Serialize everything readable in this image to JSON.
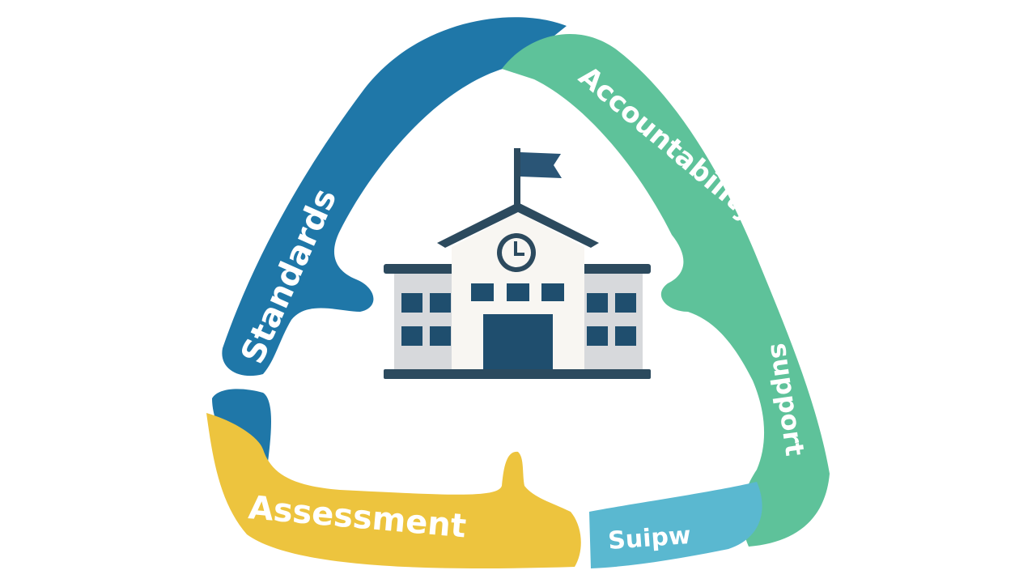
{
  "diagram": {
    "segments": [
      {
        "id": "standards",
        "label": "Standards",
        "color": "#1f77a8"
      },
      {
        "id": "accountability",
        "label": "Accountability",
        "color": "#5ec29a"
      },
      {
        "id": "support",
        "label": "support",
        "color": "#5ec29a"
      },
      {
        "id": "assessment",
        "label": "Assessment",
        "color": "#edc43e"
      },
      {
        "id": "support-small",
        "label": "Suipw",
        "color": "#5ab8d0"
      }
    ],
    "center": {
      "icon": "school-building-icon",
      "roof_color": "#2c4a5e",
      "wall_color": "#f8f6f2",
      "wing_color": "#d7d9dc",
      "window_color": "#1f4e6e",
      "flag_color": "#2a5576"
    }
  }
}
